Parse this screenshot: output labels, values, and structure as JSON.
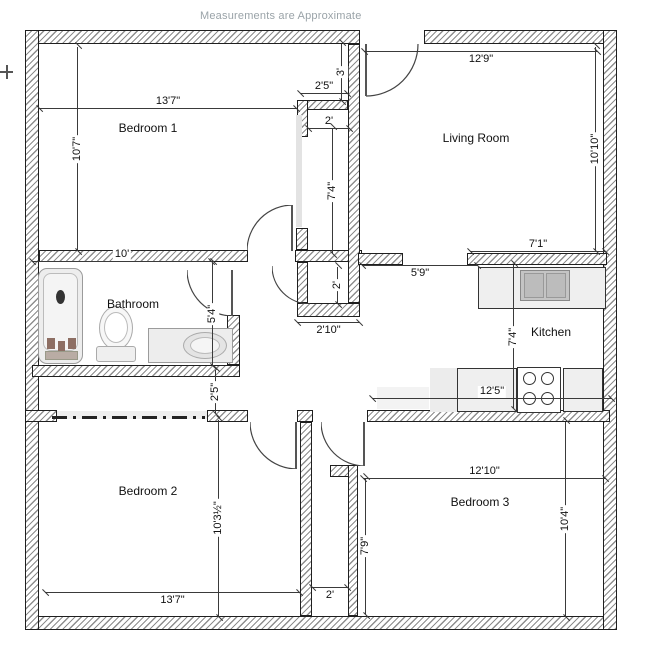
{
  "title": "Measurements are Approximate",
  "rooms": {
    "bedroom1": "Bedroom 1",
    "living_room": "Living Room",
    "bathroom": "Bathroom",
    "kitchen": "Kitchen",
    "bedroom2": "Bedroom 2",
    "bedroom3": "Bedroom 3"
  },
  "dims": {
    "bed1_width": "13'7\"",
    "bed1_height": "10'7\"",
    "bed1_closet_upper_width": "2'5\"",
    "bed1_closet_upper_height": "3'",
    "bed1_closet_width": "2'",
    "bed1_closet_height": "7'4\"",
    "living_width": "12'9\"",
    "living_height": "10'10\"",
    "living_bottom": "7'1\"",
    "bath_width": "10'",
    "bath_height": "5'4\"",
    "bath_closet_height": "2'5\"",
    "hall_closet_height": "2'",
    "hall_closet_width": "2'10\"",
    "hall_width": "5'9\"",
    "kitchen_height": "7'4\"",
    "kitchen_width": "12'5\"",
    "bed2_width": "13'7\"",
    "bed2_height": "10'3½\"",
    "bed3_closet_width": "2'",
    "bed3_closet_height": "7'9\"",
    "bed3_width": "12'10\"",
    "bed3_height": "10'4\""
  },
  "colors": {
    "wall": "#1f1f1f",
    "hatch": "#8e8e8e",
    "dim": "#3a3a3a",
    "text": "#111111",
    "title": "#9aa3a8",
    "fixture_fill": "#ededed",
    "fixture_border": "#9b9b9b",
    "counter_fill": "#efefef",
    "sink_fill": "#c4c4c4",
    "accent_faucet": "#8d6e63"
  }
}
